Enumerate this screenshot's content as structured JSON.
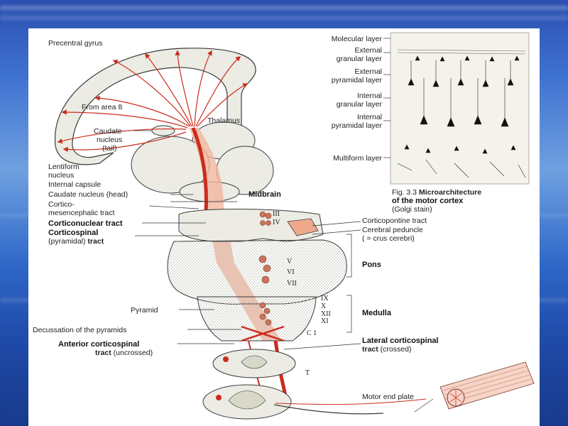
{
  "labels": {
    "precentral_gyrus": "Precentral gyrus",
    "from_area_8": "From area 8",
    "thalamus": "Thalamus",
    "caudate_tail_1": "Caudate",
    "caudate_tail_2": "nucleus",
    "caudate_tail_3": "(tail)",
    "lentiform_1": "Lentiform",
    "lentiform_2": "nucleus",
    "internal_capsule": "Internal capsule",
    "caudate_head": "Caudate nucleus (head)",
    "midbrain": "Midbrain",
    "cortico_mes_1": "Cortico-",
    "cortico_mes_2": "mesencephalic tract",
    "corticonuclear": "Corticonuclear tract",
    "corticospinal_1": "Corticospinal",
    "corticospinal_2a": "(pyramidal)",
    "corticospinal_2b": " tract",
    "corticopontine": "Corticopontine tract",
    "cerebral_peduncle": "Cerebral peduncle",
    "crus_cerebri": "( = crus cerebri)",
    "pons": "Pons",
    "medulla": "Medulla",
    "pyramid": "Pyramid",
    "decussation": "Decussation of the pyramids",
    "anterior_cst_1": "Anterior corticospinal",
    "anterior_cst_2a": "tract",
    "anterior_cst_2b": " (uncrossed)",
    "lateral_cst_1": "Lateral corticospinal",
    "lateral_cst_2a": "tract",
    "lateral_cst_2b": " (crossed)",
    "motor_end_plate": "Motor end plate",
    "c1": "C 1",
    "t": "T",
    "n_III": "III",
    "n_IV": "IV",
    "n_V": "V",
    "n_VI": "VI",
    "n_VII": "VII",
    "n_IX": "IX",
    "n_X": "X",
    "n_XII": "XII",
    "n_XI": "XI"
  },
  "cortex_layers": [
    "Molecular layer",
    "External",
    "granular layer",
    "External",
    "pyramidal layer",
    "Internal",
    "granular layer",
    "Internal",
    "pyramidal layer",
    "Multiform layer"
  ],
  "figure_caption": {
    "fig_number": "Fig. 3.3",
    "title_1": "Microarchitecture",
    "title_2": "of the motor cortex",
    "note": "(Golgi stain)"
  },
  "colors": {
    "tract_red": "#cc2b1c",
    "tract_pink": "#f2b6a0",
    "brain_tissue": "#ecebe4",
    "outline": "#3a3a3a",
    "nucleus": "#c9765e"
  }
}
